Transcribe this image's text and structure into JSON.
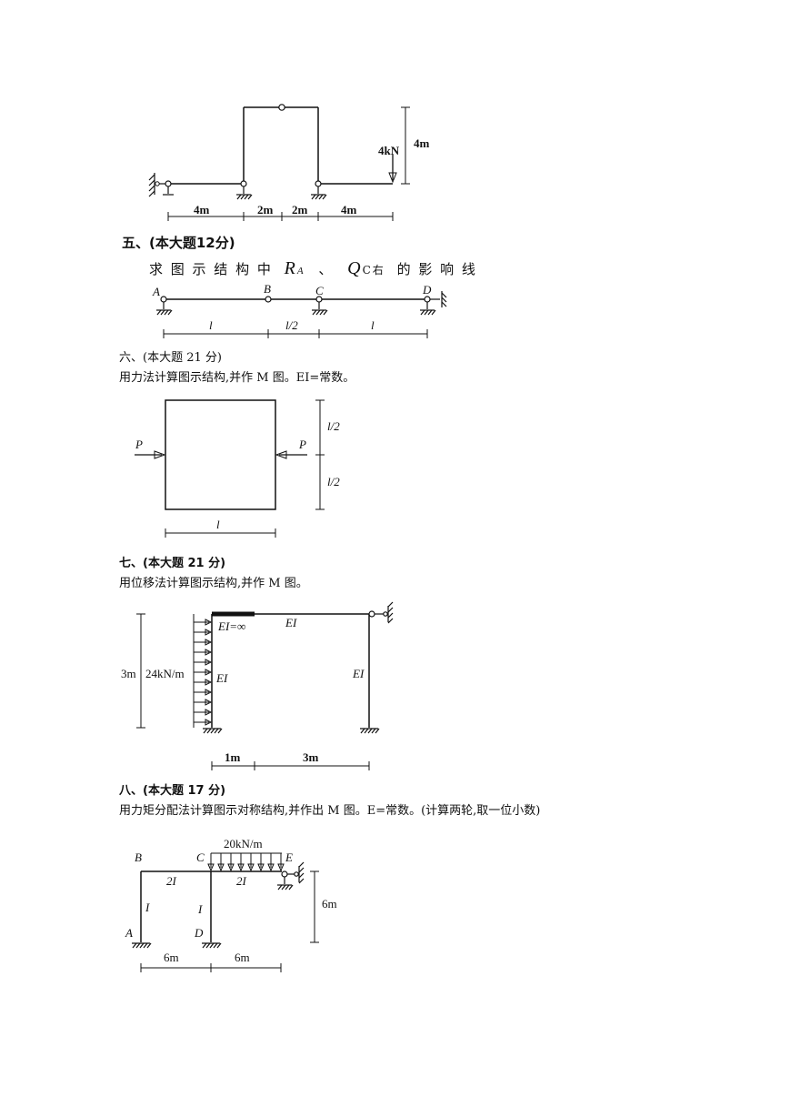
{
  "fig4": {
    "load": "4kN",
    "height": "4m",
    "dims": [
      "4m",
      "2m",
      "2m",
      "4m"
    ]
  },
  "sec5": {
    "title": "五、(本大题12分)",
    "question": "求 图 示 结 构 中",
    "ra": "R",
    "ra_sub": "A",
    "sep": "、",
    "qc": "Q",
    "qc_sub": "C右",
    "tail": "的 影 响 线",
    "points": [
      "A",
      "B",
      "C",
      "D"
    ],
    "dims": [
      "l",
      "l/2",
      "l"
    ]
  },
  "sec6": {
    "title": "六、(本大题 21 分)",
    "question": "用力法计算图示结构,并作 M 图。EI=常数。",
    "load_left": "P",
    "load_right": "P",
    "dims_v": [
      "l/2",
      "l/2"
    ],
    "dim_h": "l"
  },
  "sec7": {
    "title": "七、(本大题 21 分)",
    "question": "用位移法计算图示结构,并作 M 图。",
    "beam_rigid": "EI=∞",
    "beam": "EI",
    "col_left": "EI",
    "col_right": "EI",
    "load": "24kN/m",
    "height": "3m",
    "dims": [
      "1m",
      "3m"
    ]
  },
  "sec8": {
    "title": "八、(本大题 17 分)",
    "question": "用力矩分配法计算图示对称结构,并作出 M 图。E=常数。(计算两轮,取一位小数)",
    "load": "20kN/m",
    "points": [
      "B",
      "C",
      "E",
      "A",
      "D"
    ],
    "beam_left": "2I",
    "beam_right": "2I",
    "col_left": "I",
    "col_mid": "I",
    "height": "6m",
    "dims": [
      "6m",
      "6m"
    ]
  }
}
